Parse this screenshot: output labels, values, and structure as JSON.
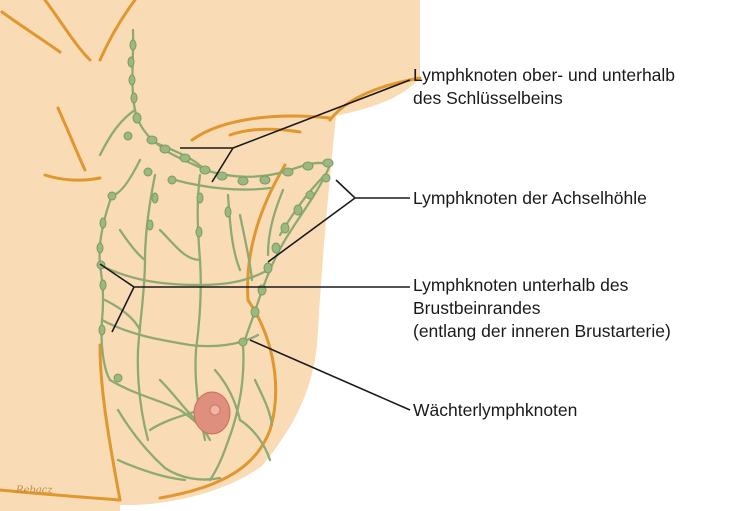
{
  "labels": {
    "supraclavicular": [
      "Lymphknoten ober- und unterhalb",
      "des Schlüsselbeins"
    ],
    "axillary": [
      "Lymphknoten der Achselhöhle"
    ],
    "parasternal": [
      "Lymphknoten unterhalb des",
      "Brustbeinrandes",
      "(entlang der inneren Brustarterie)"
    ],
    "sentinel": [
      "Wächterlymphknoten"
    ]
  },
  "signature": "Rebacz",
  "colors": {
    "skin": "#f9dcb5",
    "outline": "#e0972f",
    "lymph": "#8eaa72",
    "node": "#9cb882",
    "nipple": "#df8f7d",
    "leader": "#1a1a1a"
  }
}
